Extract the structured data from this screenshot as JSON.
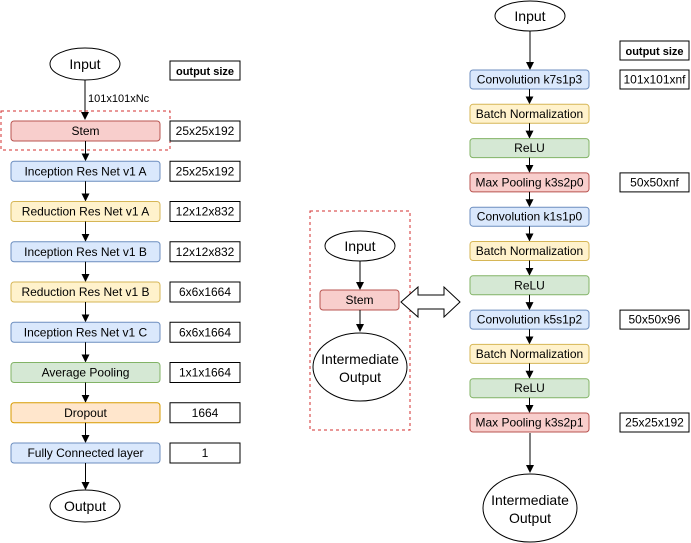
{
  "colors": {
    "stem_fill": "#f8cecc",
    "stem_stroke": "#b85450",
    "inception_fill": "#dae8fc",
    "inception_stroke": "#6c8ebf",
    "reduction_fill": "#fff2cc",
    "reduction_stroke": "#d6b656",
    "pool_fill": "#d5e8d4",
    "pool_stroke": "#82b366",
    "dropout_fill": "#ffe6cc",
    "dropout_stroke": "#d79b00",
    "dashed": "#d32f2f"
  },
  "left": {
    "input": "Input",
    "input_dims": "101x101xNc",
    "output_size_header": "output size",
    "output": "Output",
    "blocks": [
      {
        "label": "Stem",
        "size": "25x25x192",
        "kind": "stem"
      },
      {
        "label": "Inception Res Net v1 A",
        "size": "25x25x192",
        "kind": "inception"
      },
      {
        "label": "Reduction Res Net v1 A",
        "size": "12x12x832",
        "kind": "reduction"
      },
      {
        "label": "Inception Res Net v1 B",
        "size": "12x12x832",
        "kind": "inception"
      },
      {
        "label": "Reduction Res Net v1 B",
        "size": "6x6x1664",
        "kind": "reduction"
      },
      {
        "label": "Inception Res Net v1 C",
        "size": "6x6x1664",
        "kind": "inception"
      },
      {
        "label": "Average Pooling",
        "size": "1x1x1664",
        "kind": "pool"
      },
      {
        "label": "Dropout",
        "size": "1664",
        "kind": "dropout"
      },
      {
        "label": "Fully Connected layer",
        "size": "1",
        "kind": "inception"
      }
    ]
  },
  "middle": {
    "input": "Input",
    "stem": "Stem",
    "output_line1": "Intermediate",
    "output_line2": "Output"
  },
  "right": {
    "input": "Input",
    "output_size_header": "output size",
    "output_line1": "Intermediate",
    "output_line2": "Output",
    "blocks": [
      {
        "label": "Convolution k7s1p3",
        "size": "101x101xnf",
        "kind": "inception"
      },
      {
        "label": "Batch Normalization",
        "size": "",
        "kind": "reduction"
      },
      {
        "label": "ReLU",
        "size": "",
        "kind": "pool"
      },
      {
        "label": "Max Pooling k3s2p0",
        "size": "50x50xnf",
        "kind": "stem"
      },
      {
        "label": "Convolution k1s1p0",
        "size": "",
        "kind": "inception"
      },
      {
        "label": "Batch Normalization",
        "size": "",
        "kind": "reduction"
      },
      {
        "label": "ReLU",
        "size": "",
        "kind": "pool"
      },
      {
        "label": "Convolution k5s1p2",
        "size": "50x50x96",
        "kind": "inception"
      },
      {
        "label": "Batch Normalization",
        "size": "",
        "kind": "reduction"
      },
      {
        "label": "ReLU",
        "size": "",
        "kind": "pool"
      },
      {
        "label": "Max Pooling k3s2p1",
        "size": "25x25x192",
        "kind": "stem"
      }
    ]
  }
}
